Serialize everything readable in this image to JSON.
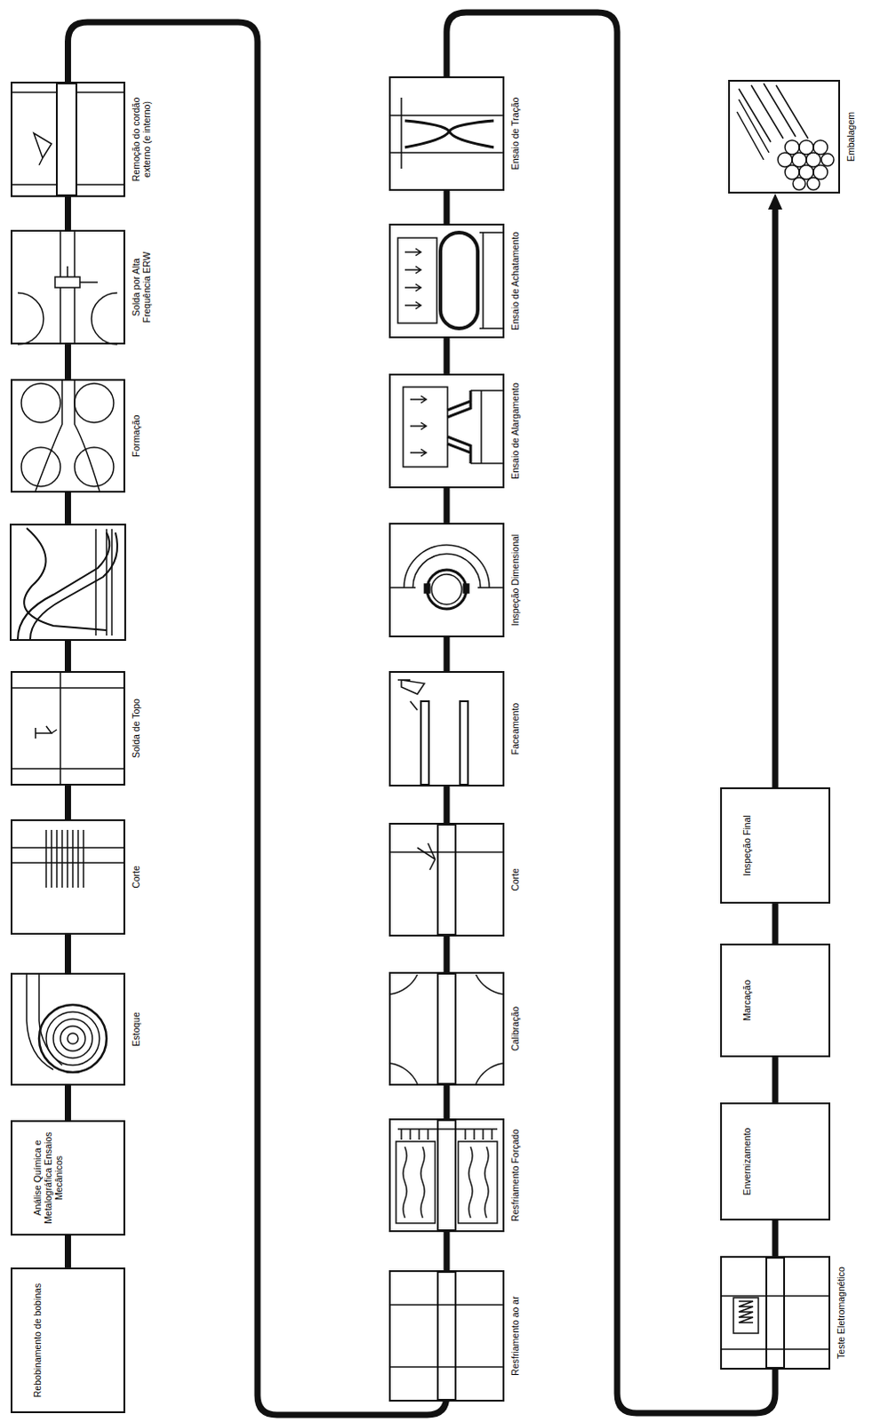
{
  "diagram": {
    "nodes": [
      {
        "text": [
          "Rebobinamento de bobinas"
        ]
      },
      {
        "text": [
          "Análise Química e Metalográfica Ensaios Mecânicos"
        ]
      },
      {
        "text": [
          "Estoque"
        ]
      },
      {
        "text": [
          "Corte"
        ]
      },
      {
        "text": [
          "Solda de Topo"
        ]
      },
      {
        "text": [
          "Formação"
        ]
      },
      {
        "text": [
          "Solda por Alta Frequência ERW"
        ]
      },
      {
        "text": [
          "Remoção do cordão externo (e interno)"
        ]
      },
      {
        "text": [
          "Resfriamento ao ar"
        ]
      },
      {
        "text": [
          "Resfriamento Forçado"
        ]
      },
      {
        "text": [
          "Calibração"
        ]
      },
      {
        "text": [
          "Corte"
        ]
      },
      {
        "text": [
          "Faceamento"
        ]
      },
      {
        "text": [
          "Inspeção Dimensional"
        ]
      },
      {
        "text": [
          "Ensaio de Alargamento"
        ]
      },
      {
        "text": [
          "Ensaio de Achatamento"
        ]
      },
      {
        "text": [
          "Ensaio de Tração"
        ]
      },
      {
        "text": [
          "Teste Eletromagnético"
        ]
      },
      {
        "text": [
          "Envernizamento"
        ]
      },
      {
        "text": [
          "Marcação"
        ]
      },
      {
        "text": [
          "Inspeção Final"
        ]
      },
      {
        "text": [
          "Embalagem"
        ]
      }
    ],
    "edges": [
      {
        "from": 0,
        "to": 1,
        "arrow": "none"
      },
      {
        "from": 1,
        "to": 2,
        "arrow": "none"
      },
      {
        "from": 2,
        "to": 3,
        "arrow": "none"
      },
      {
        "from": 3,
        "to": 4,
        "arrow": "none"
      },
      {
        "from": 4,
        "to": 5,
        "arrow": "none"
      },
      {
        "from": 5,
        "to": 6,
        "arrow": "none"
      },
      {
        "from": 6,
        "to": 7,
        "arrow": "none"
      },
      {
        "from": 7,
        "to": 8,
        "arrow": "none"
      },
      {
        "from": 8,
        "to": 9,
        "arrow": "none"
      },
      {
        "from": 9,
        "to": 10,
        "arrow": "none"
      },
      {
        "from": 10,
        "to": 11,
        "arrow": "none"
      },
      {
        "from": 11,
        "to": 12,
        "arrow": "none"
      },
      {
        "from": 12,
        "to": 13,
        "arrow": "none"
      },
      {
        "from": 13,
        "to": 14,
        "arrow": "none"
      },
      {
        "from": 14,
        "to": 15,
        "arrow": "none"
      },
      {
        "from": 15,
        "to": 16,
        "arrow": "none"
      },
      {
        "from": 16,
        "to": 17,
        "arrow": "none"
      },
      {
        "from": 17,
        "to": 18,
        "arrow": "none"
      },
      {
        "from": 18,
        "to": 19,
        "arrow": "none"
      },
      {
        "from": 19,
        "to": 20,
        "arrow": "none"
      },
      {
        "from": 20,
        "to": 21,
        "arrow": "to"
      }
    ]
  }
}
